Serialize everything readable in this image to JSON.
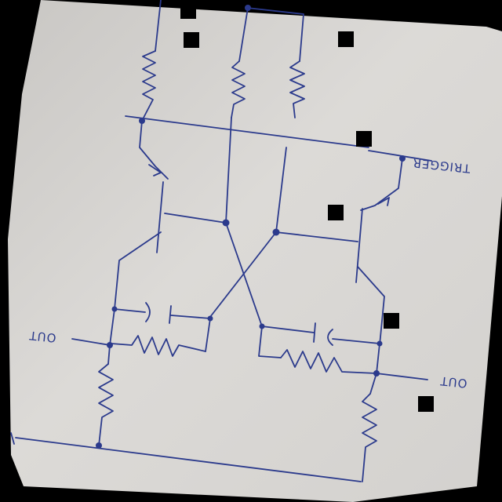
{
  "diagram": {
    "labels": {
      "trigger": "TRIGGER",
      "out_left": "OUT",
      "out_right": "OUT"
    },
    "colors": {
      "ink": "#2b3a8c",
      "paper": "#dcdad7",
      "background": "#000000",
      "marker": "#000000"
    }
  }
}
